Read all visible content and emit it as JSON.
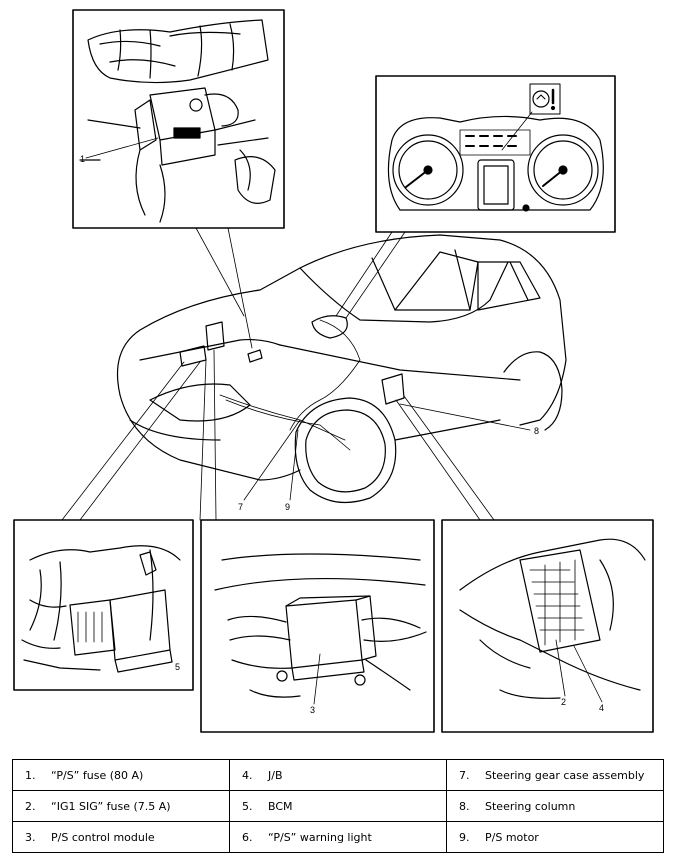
{
  "callouts": {
    "c1": "1",
    "c2": "2",
    "c3": "3",
    "c4": "4",
    "c5": "5",
    "c7": "7",
    "c8": "8",
    "c9": "9"
  },
  "legend": [
    [
      {
        "num": "1.",
        "text": "“P/S” fuse (80 A)"
      },
      {
        "num": "4.",
        "text": "J/B"
      },
      {
        "num": "7.",
        "text": "Steering gear case assembly"
      }
    ],
    [
      {
        "num": "2.",
        "text": "“IG1 SIG” fuse (7.5 A)"
      },
      {
        "num": "5.",
        "text": "BCM"
      },
      {
        "num": "8.",
        "text": "Steering column"
      }
    ],
    [
      {
        "num": "3.",
        "text": "P/S control module"
      },
      {
        "num": "6.",
        "text": "“P/S” warning light"
      },
      {
        "num": "9.",
        "text": "P/S motor"
      }
    ]
  ]
}
